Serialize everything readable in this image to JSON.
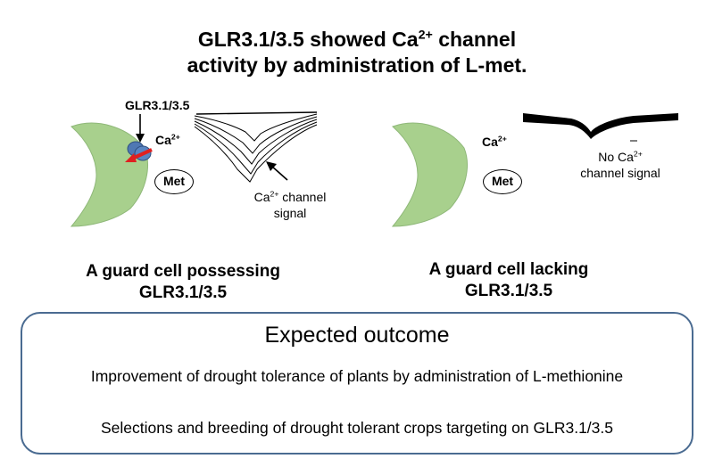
{
  "title": {
    "line1_pre": "GLR3.1/3.5 showed Ca",
    "line1_sup": "2+",
    "line1_post": " channel",
    "line2": "activity by administration of L-met."
  },
  "left_panel": {
    "channel_label": "GLR3.1/3.5",
    "ion_label": "Ca",
    "ion_sup": "2+",
    "met_label": "Met",
    "signal_label_pre": "Ca",
    "signal_label_sup": "2+",
    "signal_label_post": " channel",
    "signal_label_line2": "signal",
    "caption_line1": "A guard cell possessing",
    "caption_line2": "GLR3.1/3.5"
  },
  "right_panel": {
    "ion_label": "Ca",
    "ion_sup": "2+",
    "met_label": "Met",
    "no_signal_pre": "No Ca",
    "no_signal_sup": "2+",
    "no_signal_line2": "channel signal",
    "caption_line1": "A guard cell lacking",
    "caption_line2": "GLR3.1/3.5"
  },
  "outcome": {
    "heading": "Expected outcome",
    "line1": "Improvement of drought tolerance of plants by administration of L-methionine",
    "line2": "Selections and breeding of drought tolerant crops targeting on GLR3.1/3.5"
  },
  "colors": {
    "guard_cell_fill": "#a8d08d",
    "guard_cell_stroke": "#8fb879",
    "channel_blue": "#4f78b3",
    "arrow_red": "#e02020",
    "box_border": "#4a6b91"
  }
}
